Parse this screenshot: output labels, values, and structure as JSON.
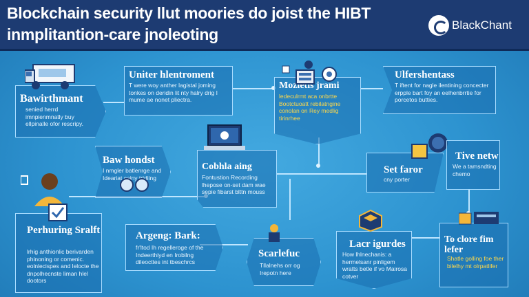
{
  "header": {
    "title": "Blockchain security llut moories do joist the HIBT inmplitantion-care jnoleoting",
    "logo_text": "BlackChant"
  },
  "panels": [
    {
      "title": "Bawirthmant",
      "text": "senied herrd imnpienmnatly buy ellpinalle ofor rescripy."
    },
    {
      "title": "Uniter hlentroment",
      "text": "T were woy anther lagistal joming tonkes on deridin lit nty halry drig I mume ae nonet pliectra."
    },
    {
      "title": "Mozietis jrami",
      "text": "ledeculrmt aca onbrtte Bootctuoatt rebilatngine conolan on Rey medlig tirinrhee",
      "highlighted": true
    },
    {
      "title": "Ulfershentass",
      "text": "T iftent for nagle ilentining concecter erpple bart foy an eelhenbrrtie for porcetos butties."
    },
    {
      "title": "Baw hondst",
      "text": "I nmgler batlenrge and Ideariat cainy tridiing"
    },
    {
      "title": "Cobhla aing",
      "text": "Fontustion Recording lhepose on-set dam wae sepie fibarst blttn mouss"
    },
    {
      "title": "Set faror",
      "text": "cny porter"
    },
    {
      "title": "Tive netw",
      "text": "We a tamsndting chemo"
    },
    {
      "title": "Perhuring Sralft",
      "text": "lrhig anthionlic berivarden phinoning or comenic. eolnlecispes and lelocte the dnpolhecnste liman hlel dootors"
    },
    {
      "title": "Argeng: Bark:",
      "text": "fr'ltod Ih regelleroge of the Indeerthiyd en Irobilng dileocttes int tbeschrcs"
    },
    {
      "title": "Scarlefuc",
      "text": "Tllalnehs orr og Irepotn here"
    },
    {
      "title": "Lacr igurdes",
      "text": "How lhlnechanis: a hermelsanr pinligem wratts betle if vo Mairosa cotver"
    },
    {
      "title": "To clore fim lefer",
      "text": "Shatle golling foe ther bilelhy mt olrpatlifer",
      "highlighted": true
    }
  ],
  "colors": {
    "header_bg": "#1d3b72",
    "panel_border": "#a8dcff",
    "background": "#2d93d0",
    "highlight": "#ffd84a"
  },
  "icons": [
    "truck-icon",
    "server-icon",
    "laptop-icon",
    "blockchain-node-icon",
    "shield-icon",
    "avatar-icon",
    "lock-icon",
    "cube-icon",
    "person-icon",
    "card-icon"
  ]
}
